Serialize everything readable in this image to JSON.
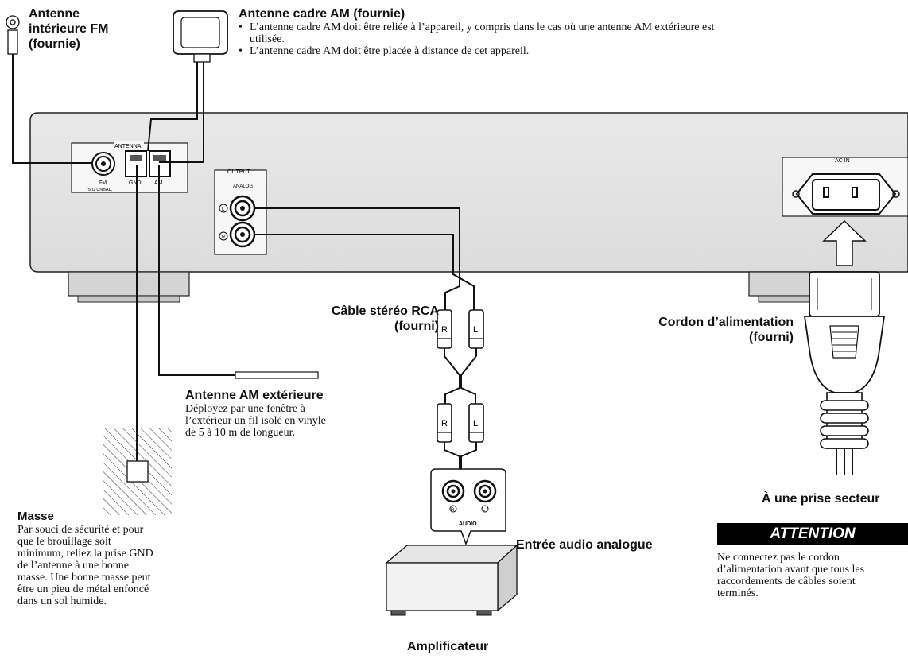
{
  "labels": {
    "fm_antenna": [
      "Antenne",
      "intérieure FM",
      "(fournie)"
    ],
    "am_loop_title": "Antenne cadre AM (fournie)",
    "am_loop_bullets": [
      [
        "L’antenne cadre AM doit être reliée à l’appareil, y compris dans le cas où une antenne AM extérieure est",
        "utilisée."
      ],
      [
        "L’antenne cadre AM doit être placée à distance de cet appareil."
      ]
    ],
    "rca_cable": [
      "Câble stéréo RCA",
      "(fourni)"
    ],
    "power_cord": [
      "Cordon d’alimentation",
      "(fourni)"
    ],
    "am_outdoor_title": "Antenne AM extérieure",
    "am_outdoor_text": [
      "Déployez par une fenêtre à",
      "l’extérieur un fil isolé en vinyle",
      "de 5 à 10 m de longueur."
    ],
    "ground_title": "Masse",
    "ground_text": [
      "Par souci de sécurité et pour",
      "que le brouillage soit",
      "minimum, reliez la prise GND",
      "de l’antenne à une bonne",
      "masse. Une bonne masse peut",
      "être un pieu de métal enfoncé",
      "dans un sol humide."
    ],
    "wall_outlet": "À une prise secteur",
    "attention": "ATTENTION",
    "attention_text": [
      "Ne connectez pas le cordon",
      "d’alimentation avant que tous les",
      "raccordements de câbles soient",
      "terminés."
    ],
    "analog_input": "Entrée audio analogue",
    "amplifier": "Amplificateur"
  },
  "panel": {
    "antenna": "ANTENNA",
    "fm": "FM",
    "fm_sub": "75 Ω UNBAL.",
    "gnd": "GND",
    "am": "AM",
    "output": "OUTPUT",
    "analog": "ANALOG",
    "l": "L",
    "r": "R",
    "ac_in": "AC IN"
  },
  "amp_panel": {
    "r": "R",
    "l": "L",
    "audio": "AUDIO"
  },
  "plug": {
    "r": "R",
    "l": "L"
  }
}
